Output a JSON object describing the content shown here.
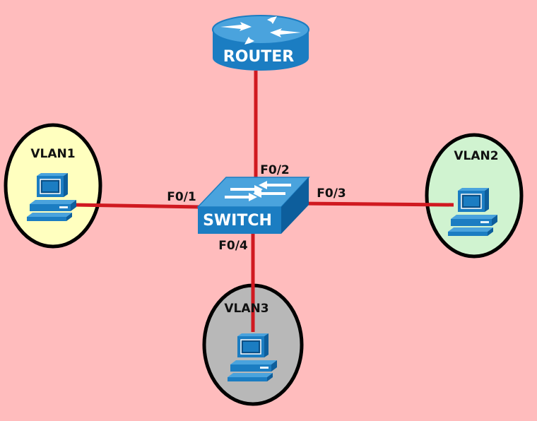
{
  "router": {
    "label": "ROUTER"
  },
  "switch": {
    "label": "SWITCH"
  },
  "ports": {
    "p1": "F0/1",
    "p2": "F0/2",
    "p3": "F0/3",
    "p4": "F0/4"
  },
  "vlans": [
    {
      "label": "VLAN1",
      "color": "#ffffbf"
    },
    {
      "label": "VLAN2",
      "color": "#d0f3d0"
    },
    {
      "label": "VLAN3",
      "color": "#b8b8b8"
    }
  ],
  "colors": {
    "background": "#ffbcbd",
    "link": "#d01920",
    "device_blue": "#1b7dc2",
    "device_dark": "#0d5e9c",
    "zone_outline": "#000000"
  },
  "icons": {
    "router": "router-icon",
    "switch": "switch-icon",
    "pc": "pc-icon"
  }
}
